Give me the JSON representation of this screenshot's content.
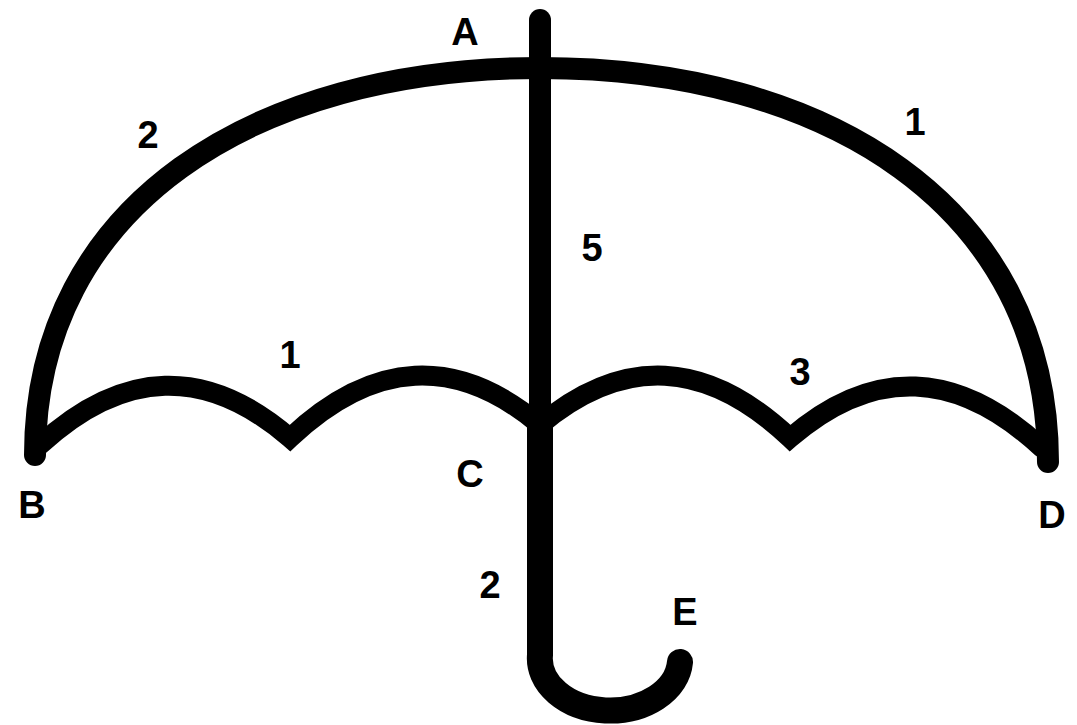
{
  "diagram": {
    "labels": [
      "A",
      "2",
      "1",
      "5",
      "1",
      "3",
      "C",
      "B",
      "D",
      "2",
      "E"
    ]
  }
}
